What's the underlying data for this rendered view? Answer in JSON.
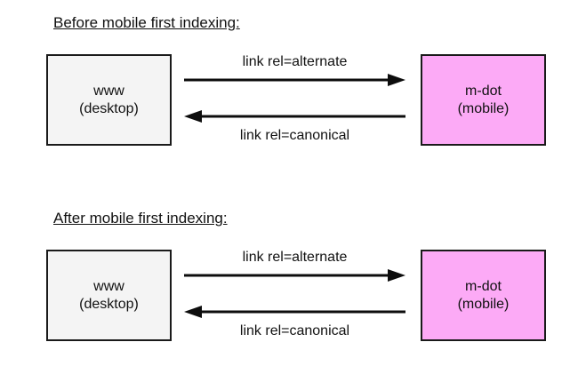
{
  "page": {
    "background": "#ffffff"
  },
  "colors": {
    "desktop_box_bg": "#f4f4f4",
    "mobile_box_bg": "#fcaaf6",
    "box_border": "#1a1a1a",
    "arrow": "#0d0d0d",
    "text": "#111111"
  },
  "sections": [
    {
      "heading": "Before mobile first indexing:",
      "desktop_box": {
        "line1": "www",
        "line2": "(desktop)"
      },
      "mobile_box": {
        "line1": "m-dot",
        "line2": "(mobile)"
      },
      "top_arrow": {
        "label": "link rel=alternate",
        "direction": "right"
      },
      "bottom_arrow": {
        "label": "link rel=canonical",
        "direction": "left"
      }
    },
    {
      "heading": "After mobile first indexing:",
      "desktop_box": {
        "line1": "www",
        "line2": "(desktop)"
      },
      "mobile_box": {
        "line1": "m-dot",
        "line2": "(mobile)"
      },
      "top_arrow": {
        "label": "link rel=alternate",
        "direction": "right"
      },
      "bottom_arrow": {
        "label": "link rel=canonical",
        "direction": "left"
      }
    }
  ]
}
